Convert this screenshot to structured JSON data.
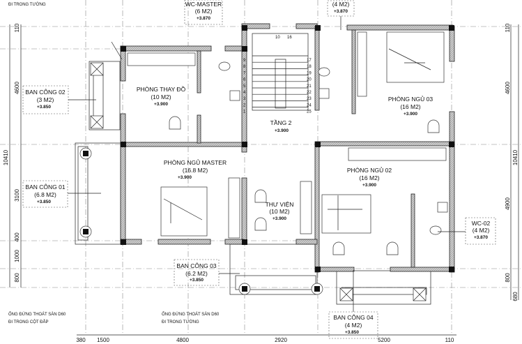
{
  "top_note": "ĐI TRONG TƯỜNG",
  "rooms": {
    "wc_master": {
      "name": "WC-MASTER",
      "area": "(6 M2)",
      "level": "+3.870"
    },
    "wc_top_right": {
      "area": "(4 M2)",
      "level": "+3.870"
    },
    "ban_cong_02": {
      "name": "BAN CÔNG 02",
      "area": "(3 M2)",
      "level": "+3.850"
    },
    "phong_thay_do": {
      "name": "PHÒNG THAY ĐỒ",
      "area": "(10 M2)",
      "level": "+3.900"
    },
    "tang_2": {
      "name": "TẦNG 2",
      "level": "+3.900"
    },
    "phong_ngu_03": {
      "name": "PHÒNG NGỦ 03",
      "area": "(16 M2)",
      "level": "+3.900"
    },
    "phong_ngu_master": {
      "name": "PHÒNG NGỦ MASTER",
      "area": "(16.8 M2)",
      "level": "+3.900"
    },
    "phong_ngu_02": {
      "name": "PHÒNG NGỦ 02",
      "area": "(16 M2)",
      "level": "+3.900"
    },
    "ban_cong_01": {
      "name": "BAN CÔNG 01",
      "area": "(6.8 M2)",
      "level": "+3.850"
    },
    "thu_vien": {
      "name": "THƯ VIỆN",
      "area": "(10 M2)",
      "level": "+3.900"
    },
    "wc_02": {
      "name": "WC-02",
      "area": "(4 M2)",
      "level": "+3.870"
    },
    "ban_cong_03": {
      "name": "BAN CÔNG 03",
      "area": "(6.2 M2)",
      "level": "+3.850"
    },
    "ban_cong_04": {
      "name": "BAN CÔNG 04",
      "area": "(4 M2)",
      "level": "+3.850"
    }
  },
  "notes": {
    "pipe_left": [
      "ỐNG ĐỨNG THOÁT SÀN D60",
      "ĐI TRONG CỘT ĐẮP"
    ],
    "pipe_center": [
      "ỐNG ĐỨNG THOÁT SÀN D60",
      "ĐI TRONG TƯỜNG"
    ]
  },
  "stairs": {
    "left_steps": [
      "9",
      "8",
      "7",
      "6",
      "5",
      "4",
      "3",
      "2",
      "1"
    ],
    "right_steps": [
      "17",
      "18",
      "19",
      "20",
      "21",
      "22",
      "23",
      "24",
      "25"
    ],
    "top_labels": [
      "10",
      "16"
    ]
  },
  "dimensions": {
    "left": [
      "110",
      "4600",
      "10410",
      "3100",
      "400",
      "1000",
      "800"
    ],
    "right": [
      "110",
      "4600",
      "10410",
      "4900",
      "800",
      "680"
    ],
    "bottom": [
      "380",
      "1500",
      "4800",
      "2920",
      "5200",
      "110"
    ]
  }
}
